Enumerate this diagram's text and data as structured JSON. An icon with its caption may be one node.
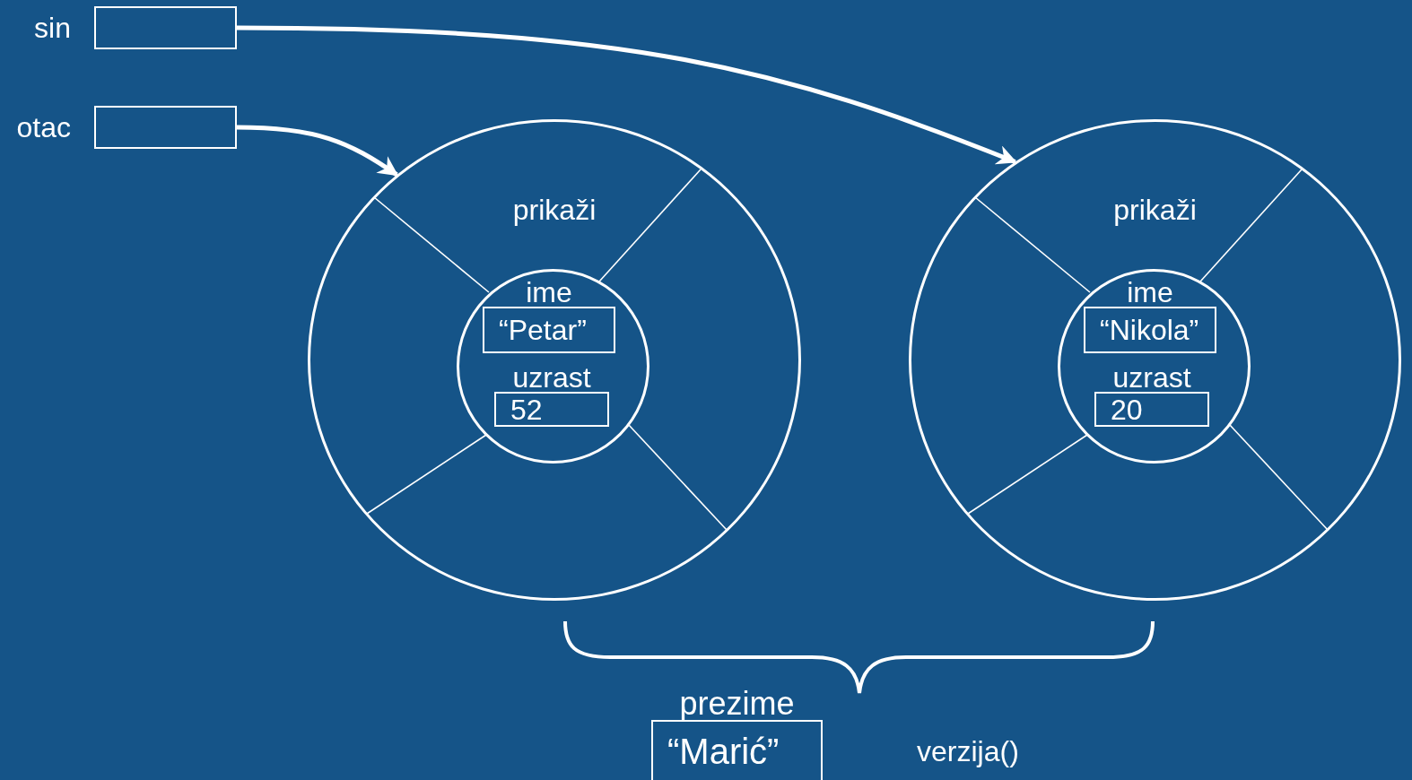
{
  "diagram": {
    "nodes": [
      {
        "text": [],
        "shape": "box",
        "beside": [
          "sin"
        ]
      },
      {
        "text": [],
        "shape": "box",
        "beside": [
          "otac"
        ]
      },
      {
        "text": [
          "prikaži"
        ]
      },
      {
        "text": [],
        "shape": "circle",
        "in": 2
      },
      {
        "text": [
          "“Petar”"
        ],
        "beside": [
          "ime"
        ],
        "in": 3
      },
      {
        "text": [
          "52"
        ],
        "beside": [
          "uzrast"
        ],
        "in": 3
      },
      {
        "text": [
          "prikaži"
        ]
      },
      {
        "text": [],
        "shape": "circle",
        "in": 6
      },
      {
        "text": [
          "“Nikola”"
        ],
        "beside": [
          "ime"
        ],
        "in": 7
      },
      {
        "text": [
          "20"
        ],
        "beside": [
          "uzrast"
        ],
        "in": 7
      },
      {
        "text": [
          "“Marić”"
        ],
        "beside": [
          "prezime"
        ]
      }
    ],
    "edges": [
      {
        "from": 0,
        "to": 6,
        "arrow": "to"
      },
      {
        "from": 1,
        "to": 2,
        "arrow": "to"
      }
    ],
    "labels": [
      "verzija()"
    ]
  }
}
